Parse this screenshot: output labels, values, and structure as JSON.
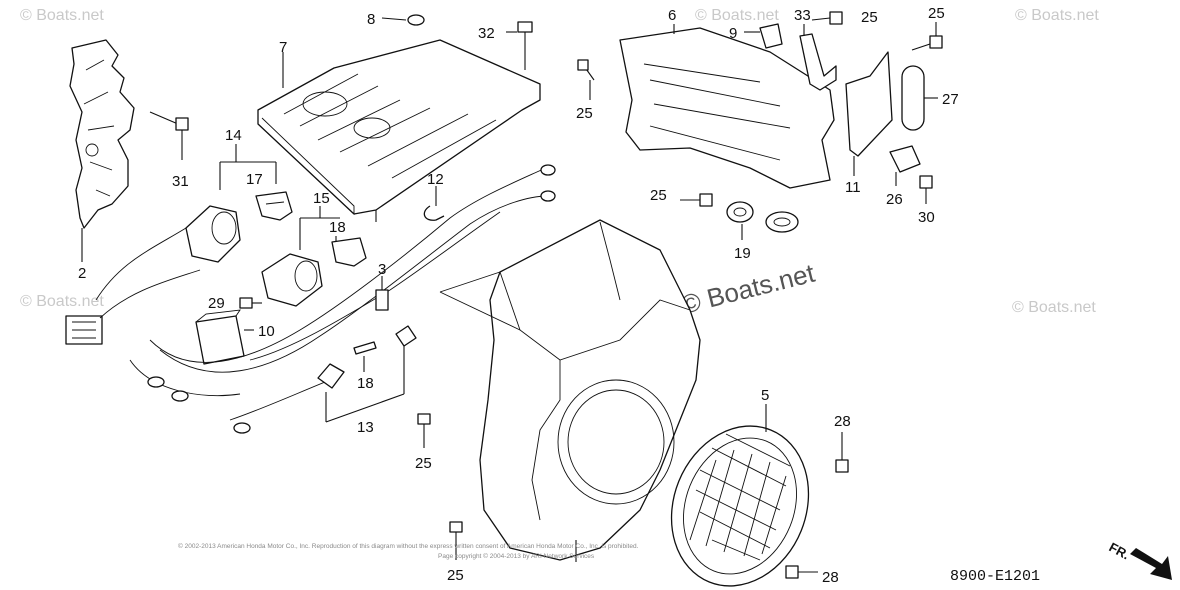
{
  "watermarks": {
    "small": "© Boats.net",
    "large": "© Boats.net"
  },
  "copyright": {
    "line1": "© 2002-2013 American Honda Motor Co., Inc. Reproduction of this diagram without the express written consent of American Honda Motor Co., Inc. is prohibited.",
    "line2": "Page copyright © 2004-2013 by ARI Network Services"
  },
  "diagram_code": "8900-E1201",
  "front_indicator": "FR.",
  "labels": {
    "l2": "2",
    "l3": "3",
    "l5": "5",
    "l6": "6",
    "l7": "7",
    "l8": "8",
    "l9": "9",
    "l10": "10",
    "l11": "11",
    "l12": "12",
    "l13": "13",
    "l14": "14",
    "l15": "15",
    "l17": "17",
    "l18a": "18",
    "l18b": "18",
    "l19": "19",
    "l25a": "25",
    "l25b": "25",
    "l25c": "25",
    "l25d": "25",
    "l25e": "25",
    "l25f": "25",
    "l26": "26",
    "l27": "27",
    "l28a": "28",
    "l28b": "28",
    "l29": "29",
    "l30": "30",
    "l31": "31",
    "l32": "32",
    "l33": "33"
  }
}
